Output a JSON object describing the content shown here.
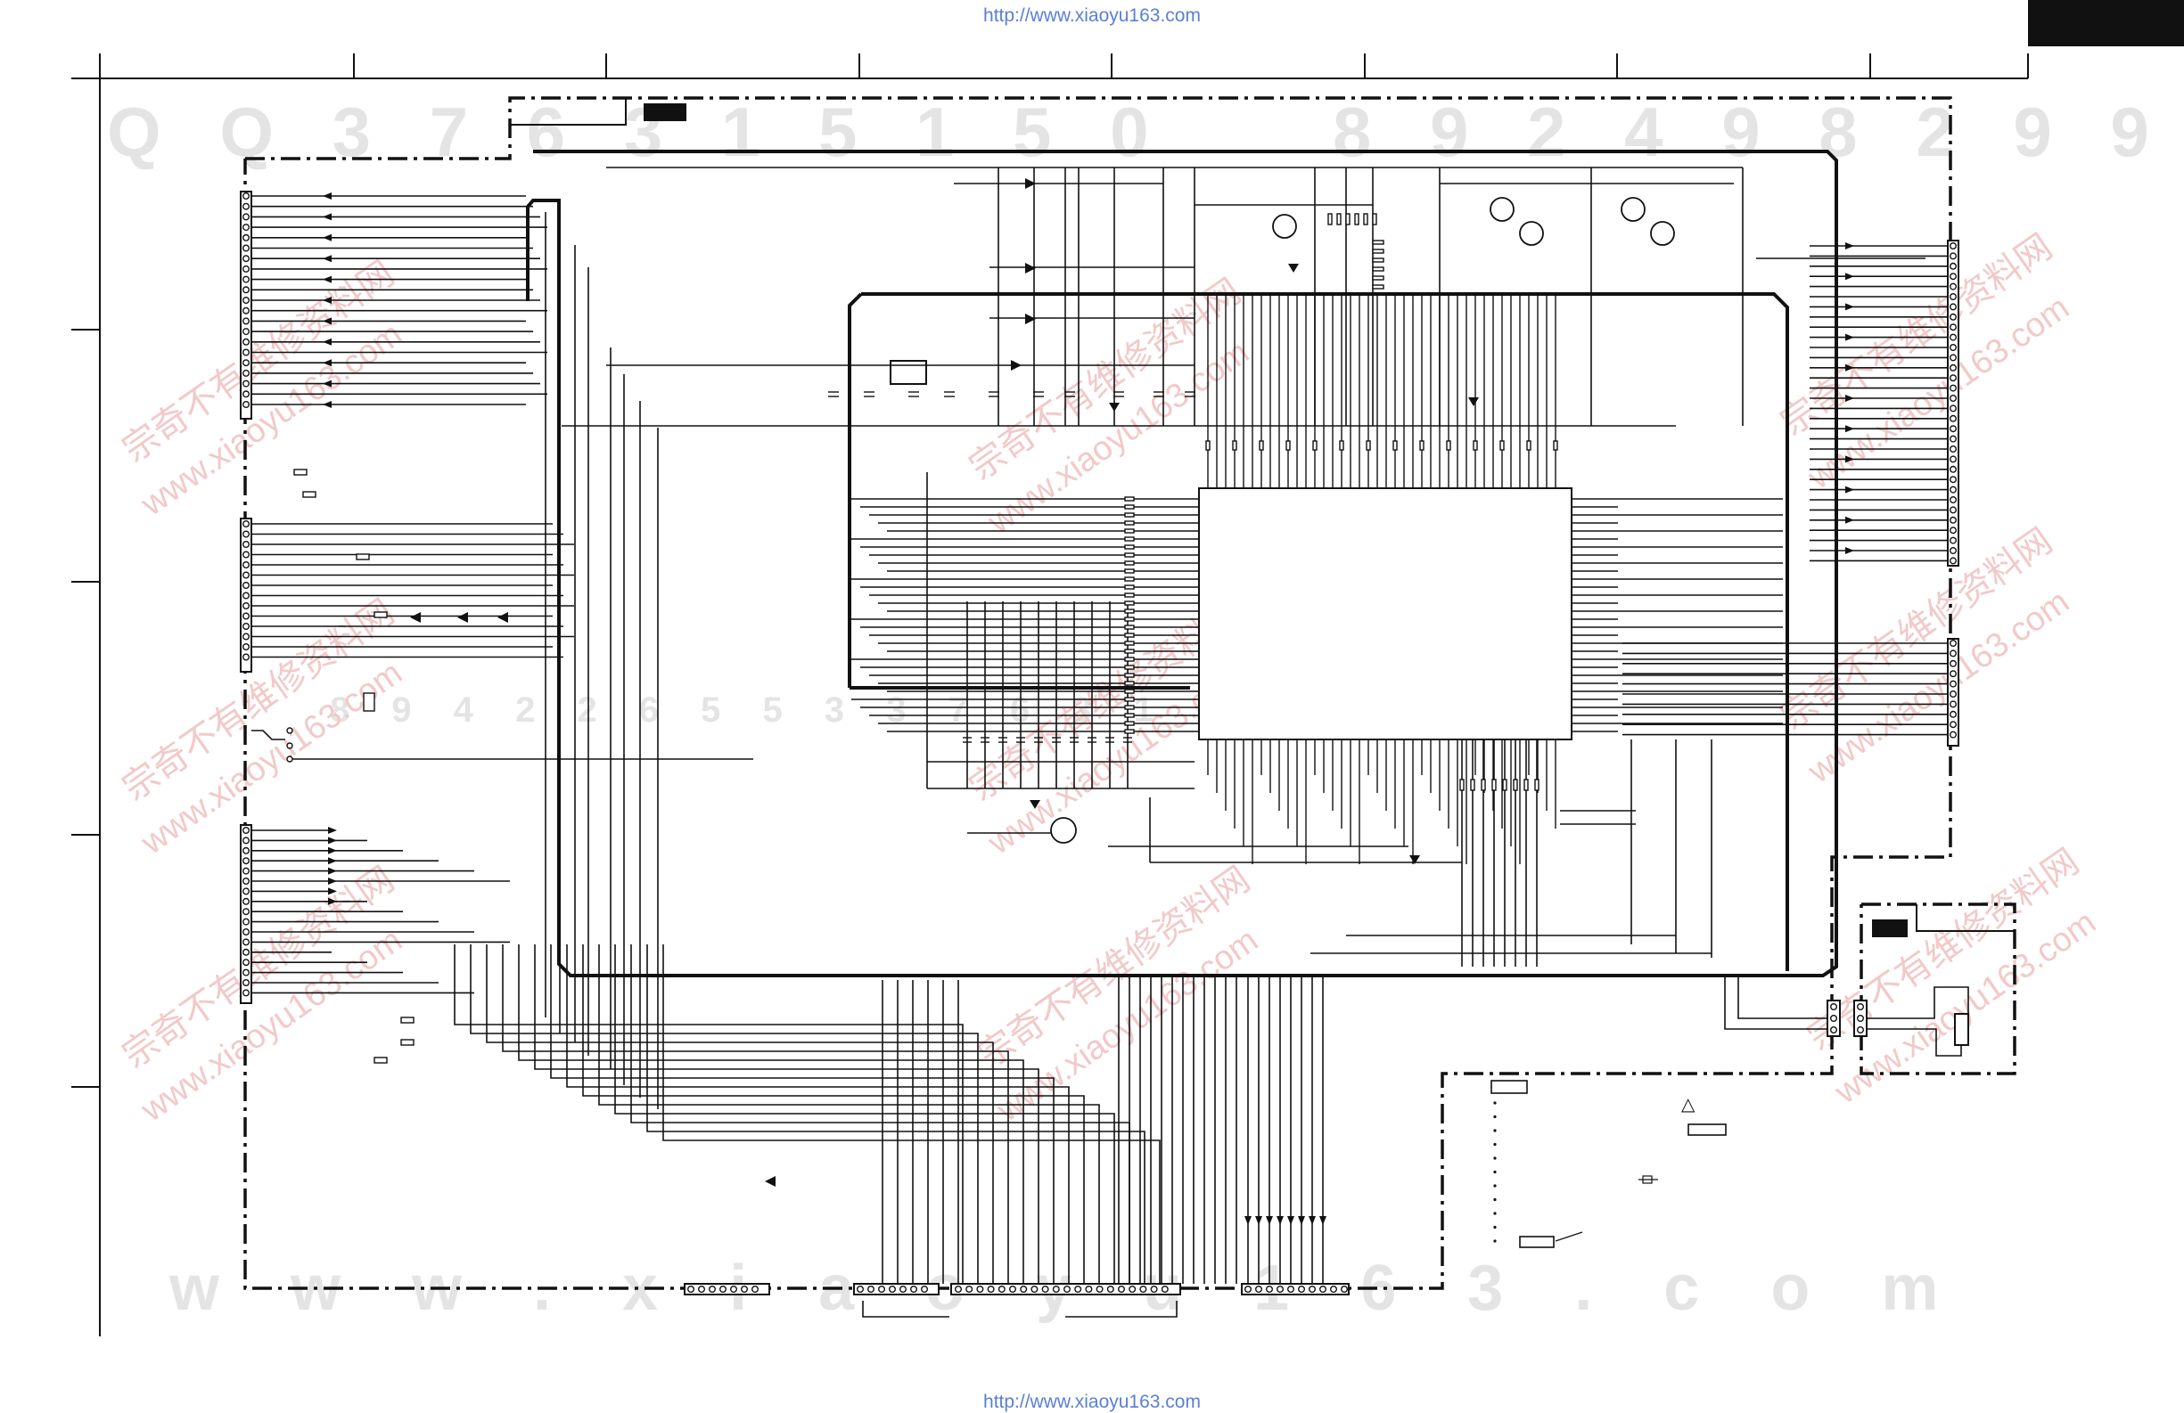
{
  "urls": {
    "top": "http://www.xiaoyu163.com",
    "bottom": "http://www.xiaoyu163.com"
  },
  "watermarks": {
    "digits_top_left": "Q Q 3 7 6 3 1 5 1 5 0",
    "digits_top_right": "8 9 2 4 9 8 2 9 9",
    "digits_middle": "8 9 4 2 2 6 5 5 3 3 7 6 3 1 5 1 5 0",
    "site_bottom": "w w w . x i a o y u 1 6 3 . c o m",
    "site_diagonal": "www.xiaoyu163.com",
    "cn_diagonal": "宗奇不有维修资料网"
  },
  "legend": {
    "warning_symbol": "△"
  },
  "colors": {
    "line": "#111111",
    "url": "#5a7fd8",
    "watermark_gray": "#e4e4e4",
    "watermark_red": "#f2c9c9"
  }
}
